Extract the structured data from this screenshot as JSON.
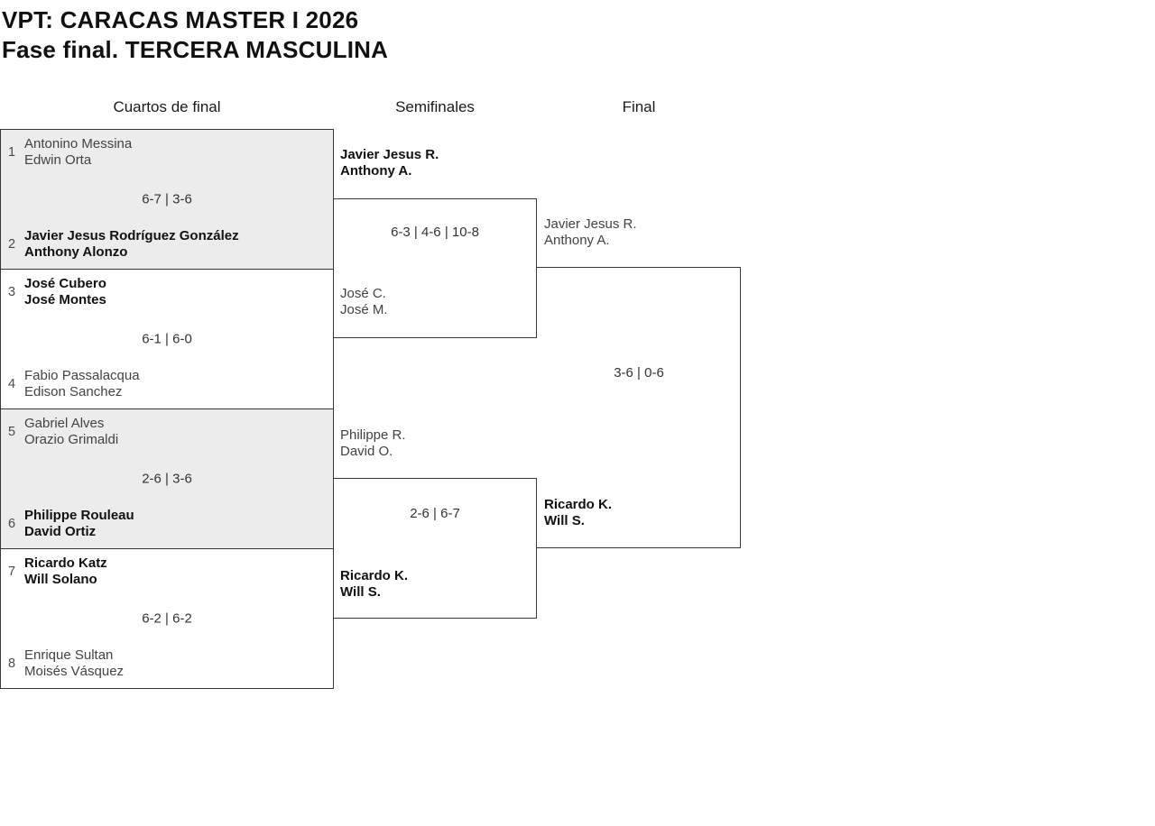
{
  "title": {
    "line1": "VPT: CARACAS MASTER I 2026",
    "line2": "Fase final. TERCERA MASCULINA"
  },
  "columns": {
    "quarterfinals": "Cuartos de final",
    "semifinals": "Semifinales",
    "final": "Final"
  },
  "bracket": {
    "quarterfinals": [
      {
        "top": {
          "seed": "1",
          "players": [
            "Antonino Messina",
            "Edwin Orta"
          ],
          "winner": false
        },
        "score": "6-7 | 3-6",
        "bottom": {
          "seed": "2",
          "players": [
            "Javier Jesus Rodríguez González",
            "Anthony Alonzo"
          ],
          "winner": true
        }
      },
      {
        "top": {
          "seed": "3",
          "players": [
            "José Cubero",
            "José Montes"
          ],
          "winner": true
        },
        "score": "6-1 | 6-0",
        "bottom": {
          "seed": "4",
          "players": [
            "Fabio Passalacqua",
            "Edison Sanchez"
          ],
          "winner": false
        }
      },
      {
        "top": {
          "seed": "5",
          "players": [
            "Gabriel Alves",
            "Orazio Grimaldi"
          ],
          "winner": false
        },
        "score": "2-6 | 3-6",
        "bottom": {
          "seed": "6",
          "players": [
            "Philippe Rouleau",
            "David Ortiz"
          ],
          "winner": true
        }
      },
      {
        "top": {
          "seed": "7",
          "players": [
            "Ricardo Katz",
            "Will Solano"
          ],
          "winner": true
        },
        "score": "6-2 | 6-2",
        "bottom": {
          "seed": "8",
          "players": [
            "Enrique Sultan",
            "Moisés Vásquez"
          ],
          "winner": false
        }
      }
    ],
    "semifinals": [
      {
        "top": {
          "players": [
            "Javier Jesus R.",
            "Anthony A."
          ],
          "winner": true
        },
        "score": "6-3 | 4-6 | 10-8",
        "bottom": {
          "players": [
            "José C.",
            "José M."
          ],
          "winner": false
        }
      },
      {
        "top": {
          "players": [
            "Philippe R.",
            "David O."
          ],
          "winner": false
        },
        "score": "2-6 | 6-7",
        "bottom": {
          "players": [
            "Ricardo K.",
            "Will S."
          ],
          "winner": true
        }
      }
    ],
    "final": {
      "top": {
        "players": [
          "Javier Jesus R.",
          "Anthony A."
        ],
        "winner": false
      },
      "score": "3-6 | 0-6",
      "bottom": {
        "players": [
          "Ricardo K.",
          "Will S."
        ],
        "winner": true
      }
    }
  },
  "colors": {
    "shaded_match_fill": "#ececec",
    "line": "#383838",
    "winner_text": "#111111",
    "default_text": "#424242",
    "score_text": "#333333"
  }
}
